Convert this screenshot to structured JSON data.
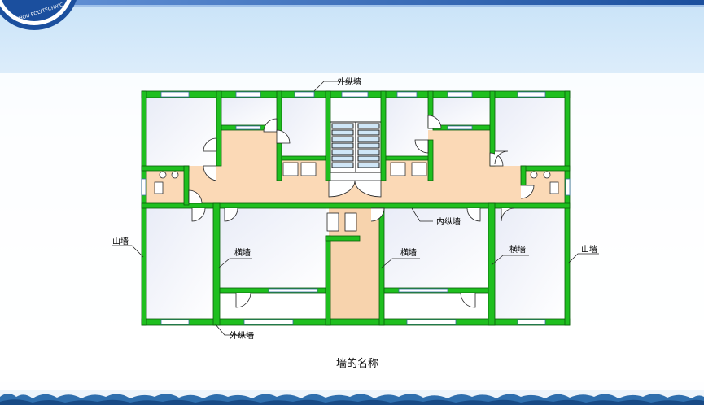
{
  "logo": {
    "text": "ZHOU POLYTECHNIC"
  },
  "labels": {
    "outer_wall_top": "外纵墙",
    "outer_wall_bottom": "外纵墙",
    "inner_wall": "内纵墙",
    "gable_left": "山墙",
    "gable_right": "山墙",
    "cross_wall_1": "横墙",
    "cross_wall_2": "横墙",
    "cross_wall_3": "横墙"
  },
  "caption": "墙的名称",
  "colors": {
    "wall": "#1fbf1f",
    "wall_edge": "#0b5e0b",
    "corridor": "#fbd9b6",
    "stair": "#f5cfa8",
    "banner": "#1b55a6",
    "sky": "#d9ecfb"
  }
}
